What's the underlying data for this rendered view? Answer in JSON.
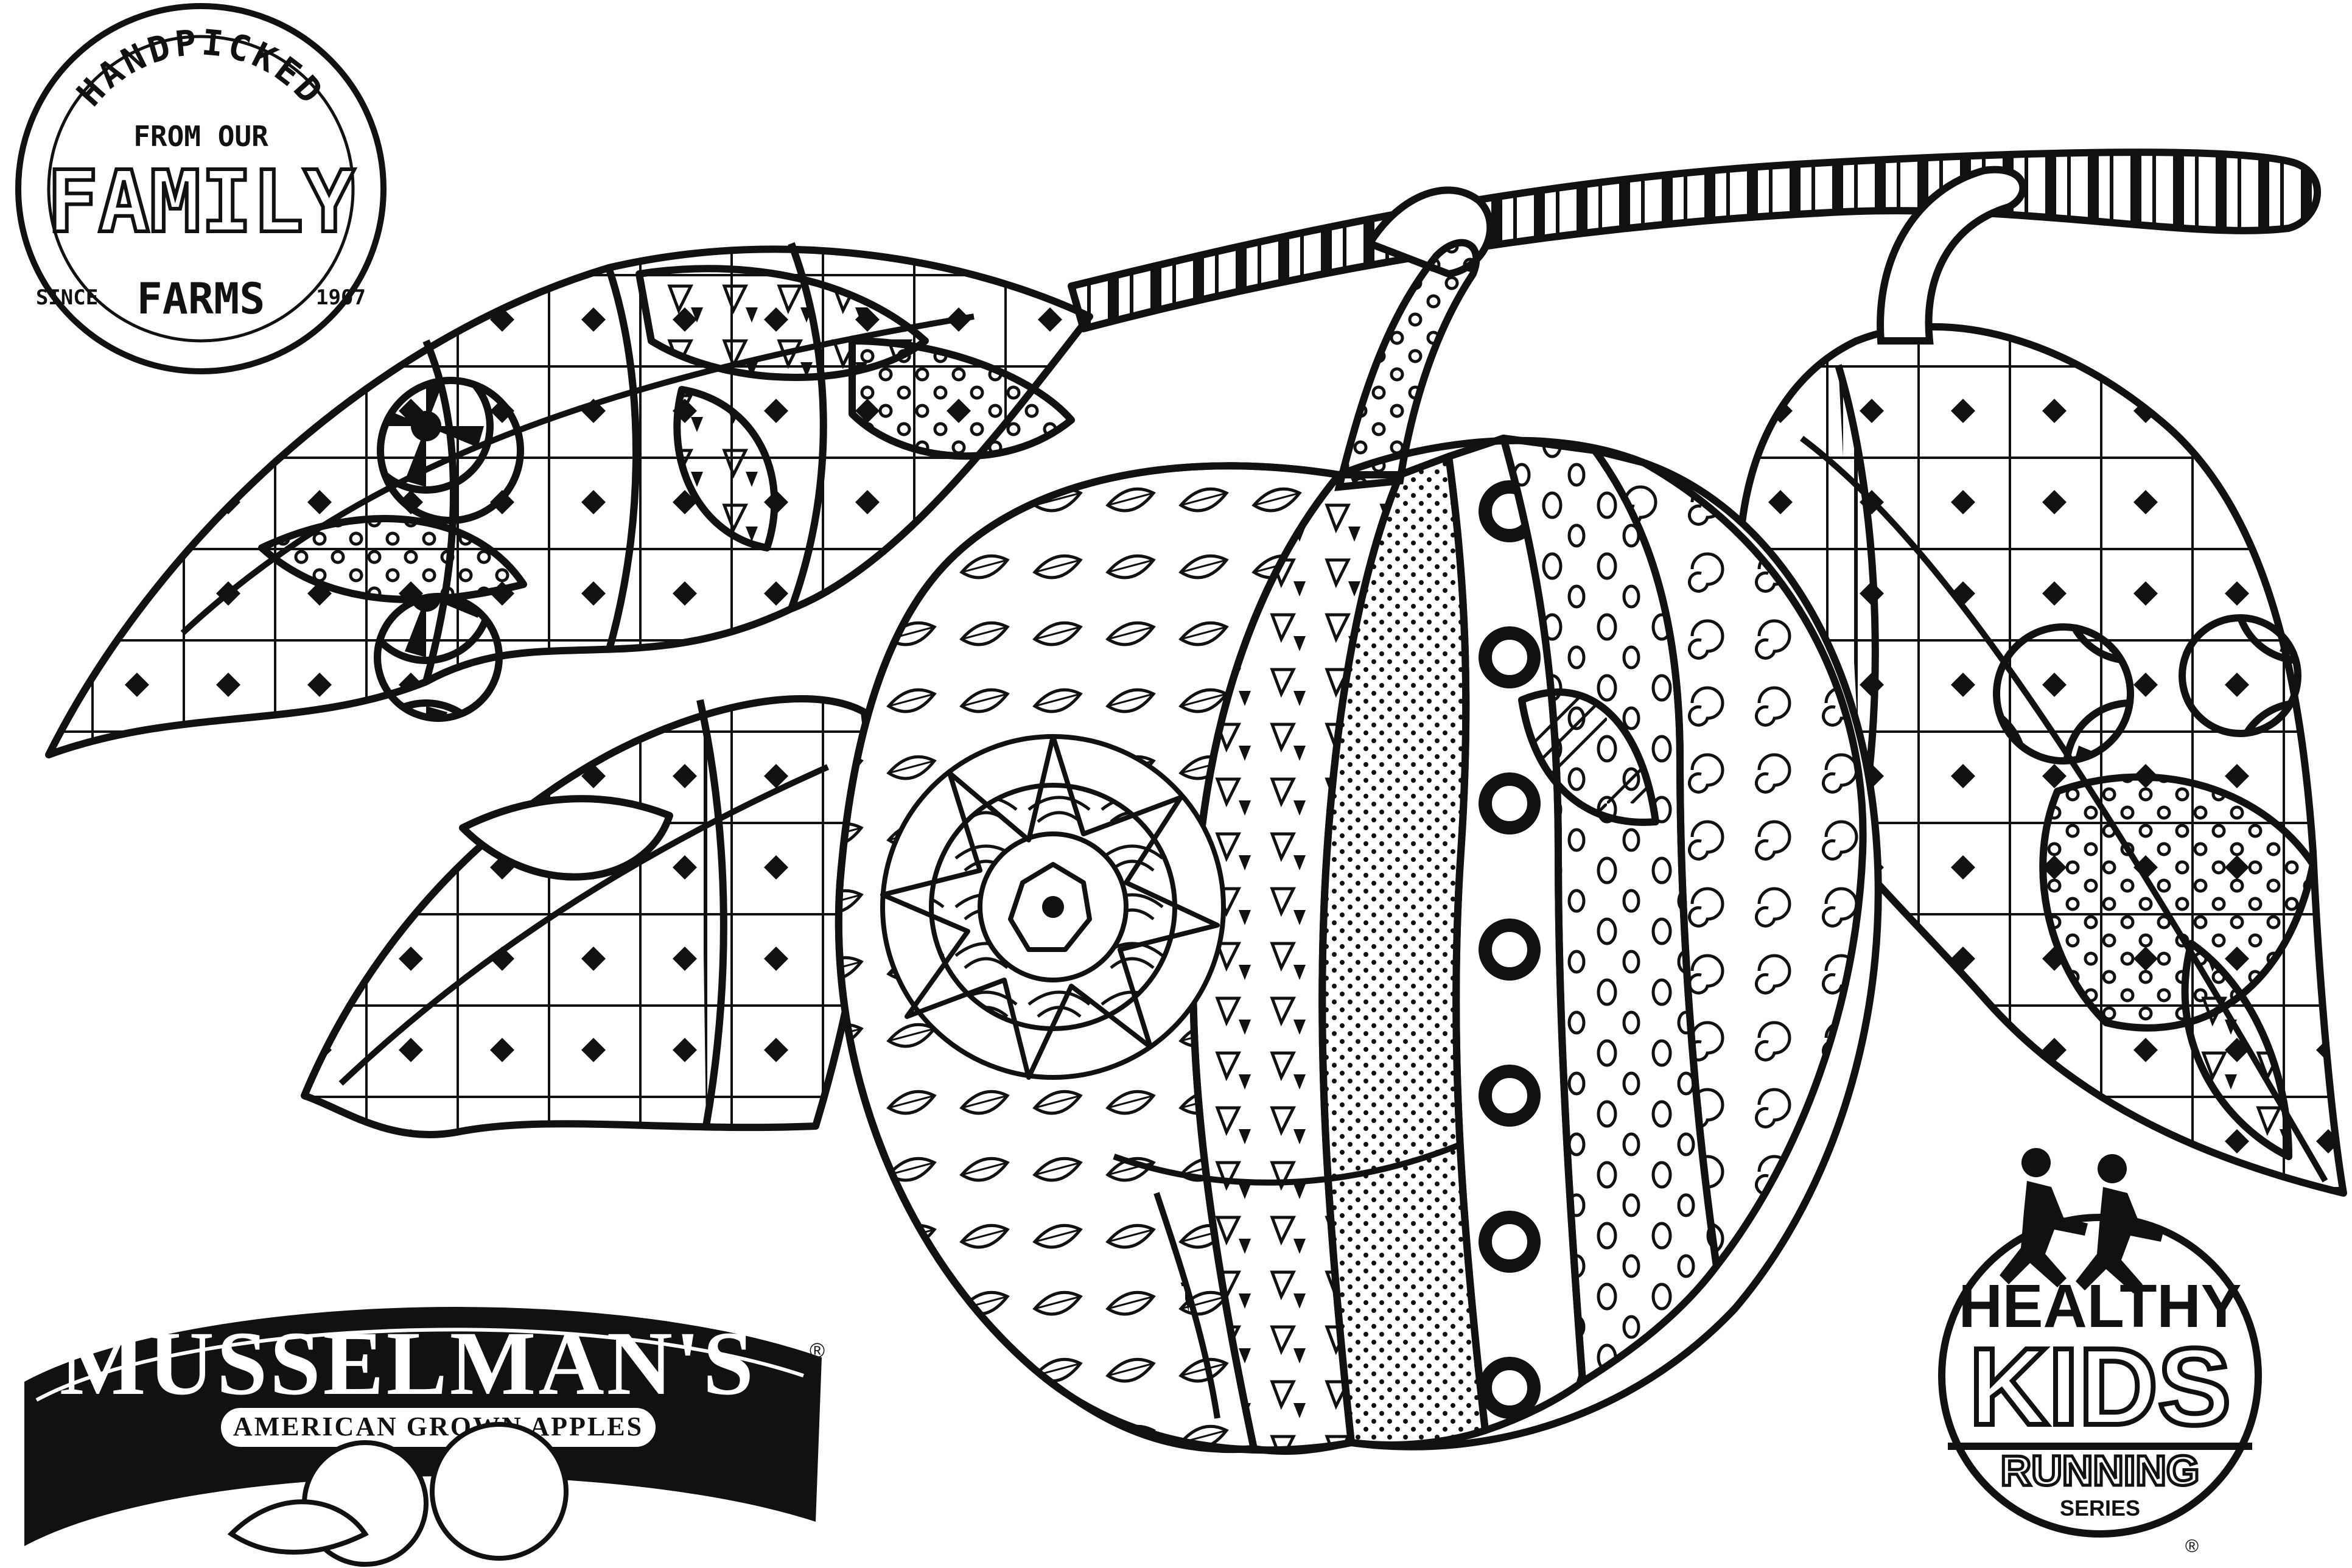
{
  "colors": {
    "ink": "#111111",
    "paper": "#ffffff"
  },
  "stamp_logo": {
    "arc_text": "HANDPICKED",
    "line2": "FROM OUR",
    "line3": "FAMILY",
    "left_tag": "SINCE",
    "line4": "FARMS",
    "right_tag": "1907"
  },
  "brand_logo": {
    "name": "MUSSELMAN'S",
    "tagline": "AMERICAN GROWN APPLES",
    "registered": "®"
  },
  "kids_logo": {
    "line1": "HEALTHY",
    "line2": "KIDS",
    "line3": "RUNNING",
    "line4": "SERIES",
    "registered": "®"
  },
  "illustration": {
    "subject": "apple-on-branch-icon"
  }
}
